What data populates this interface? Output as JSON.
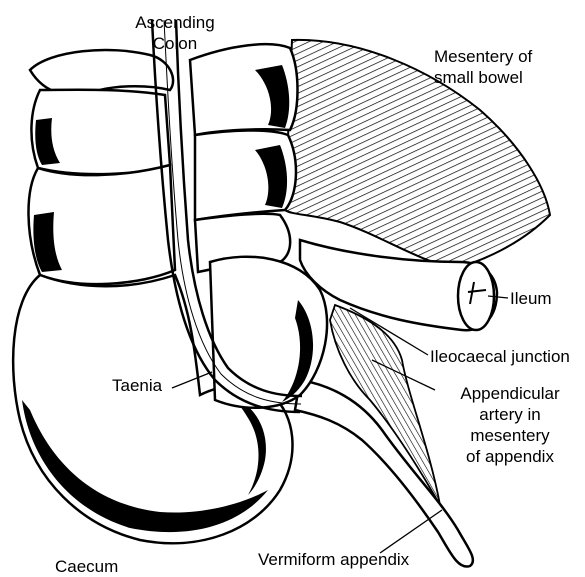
{
  "labels": {
    "ascending_colon": [
      "Ascending",
      "Colon"
    ],
    "mesentery_small_bowel": [
      "Mesentery of",
      "small bowel"
    ],
    "ileum": "Ileum",
    "ileocaecal_junction": "Ileocaecal junction",
    "appendicular_artery": [
      "Appendicular",
      "artery in",
      "mesentery",
      "of appendix"
    ],
    "taenia": "Taenia",
    "vermiform_appendix": "Vermiform appendix",
    "caecum": "Caecum"
  }
}
